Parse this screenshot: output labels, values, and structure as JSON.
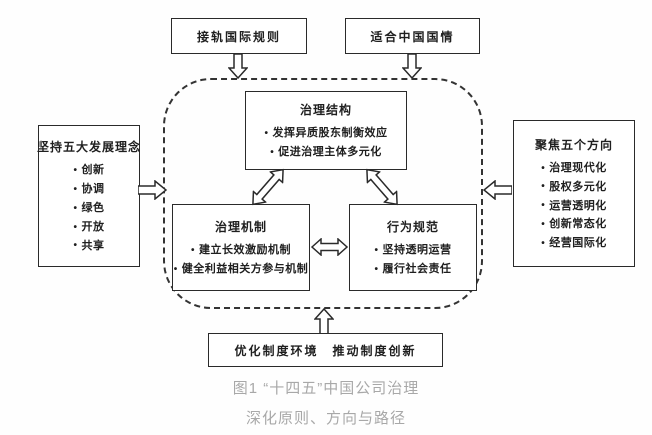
{
  "figure": {
    "top_boxes": [
      {
        "label": "接轨国际规则"
      },
      {
        "label": "适合中国国情"
      }
    ],
    "left_box": {
      "title": "坚持五大发展理念",
      "items": [
        "创新",
        "协调",
        "绿色",
        "开放",
        "共享"
      ]
    },
    "right_box": {
      "title": "聚焦五个方向",
      "items": [
        "治理现代化",
        "股权多元化",
        "运营透明化",
        "创新常态化",
        "经营国际化"
      ]
    },
    "center": {
      "structure": {
        "title": "治理结构",
        "items": [
          "发挥异质股东制衡效应",
          "促进治理主体多元化"
        ]
      },
      "mechanism": {
        "title": "治理机制",
        "items": [
          "建立长效激励机制",
          "健全利益相关方参与机制"
        ]
      },
      "norms": {
        "title": "行为规范",
        "items": [
          "坚持透明运营",
          "履行社会责任"
        ]
      }
    },
    "bottom_box": {
      "label": "优化制度环境　推动制度创新"
    },
    "caption": {
      "line1": "图1 “十四五”中国公司治理",
      "line2": "深化原则、方向与路径"
    },
    "colors": {
      "line": "#2a2a2a",
      "caption": "#a8a8a8",
      "background": "#fefefe"
    }
  }
}
